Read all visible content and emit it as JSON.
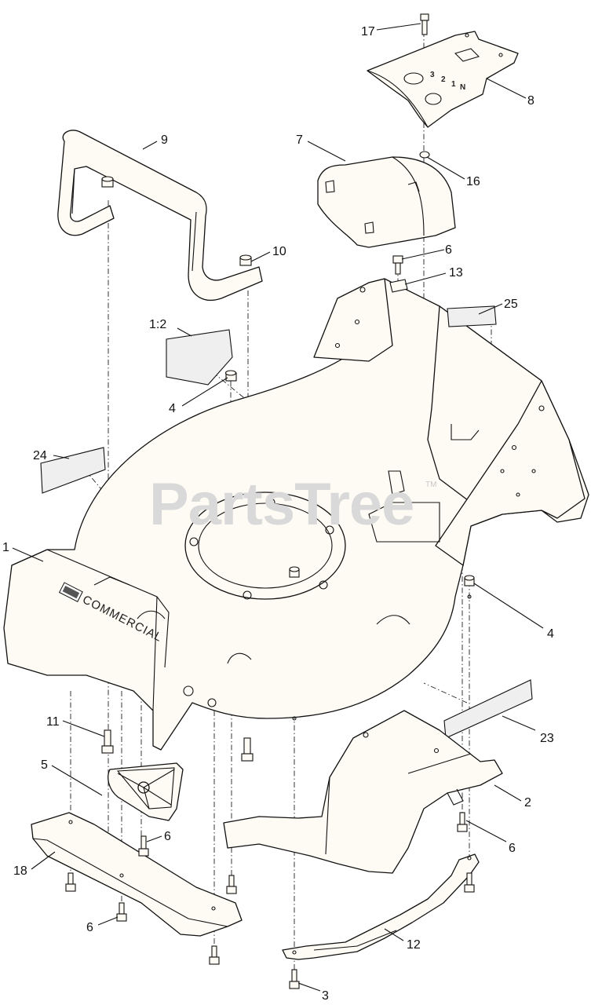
{
  "diagram": {
    "watermark": "PartsTree",
    "watermark_tm": "TM",
    "logo_text": "COMMERCIAL",
    "gear_labels": [
      "3",
      "2",
      "1",
      "N"
    ],
    "callouts": [
      {
        "id": "c-1",
        "label": "1"
      },
      {
        "id": "c-1-2",
        "label": "1:2"
      },
      {
        "id": "c-2",
        "label": "2"
      },
      {
        "id": "c-3",
        "label": "3"
      },
      {
        "id": "c-4a",
        "label": "4"
      },
      {
        "id": "c-4b",
        "label": "4"
      },
      {
        "id": "c-5",
        "label": "5"
      },
      {
        "id": "c-6a",
        "label": "6"
      },
      {
        "id": "c-6b",
        "label": "6"
      },
      {
        "id": "c-6c",
        "label": "6"
      },
      {
        "id": "c-6d",
        "label": "6"
      },
      {
        "id": "c-7",
        "label": "7"
      },
      {
        "id": "c-8",
        "label": "8"
      },
      {
        "id": "c-9",
        "label": "9"
      },
      {
        "id": "c-10",
        "label": "10"
      },
      {
        "id": "c-11",
        "label": "11"
      },
      {
        "id": "c-12",
        "label": "12"
      },
      {
        "id": "c-13",
        "label": "13"
      },
      {
        "id": "c-16",
        "label": "16"
      },
      {
        "id": "c-17",
        "label": "17"
      },
      {
        "id": "c-18",
        "label": "18"
      },
      {
        "id": "c-23",
        "label": "23"
      },
      {
        "id": "c-24",
        "label": "24"
      },
      {
        "id": "c-25",
        "label": "25"
      }
    ]
  }
}
